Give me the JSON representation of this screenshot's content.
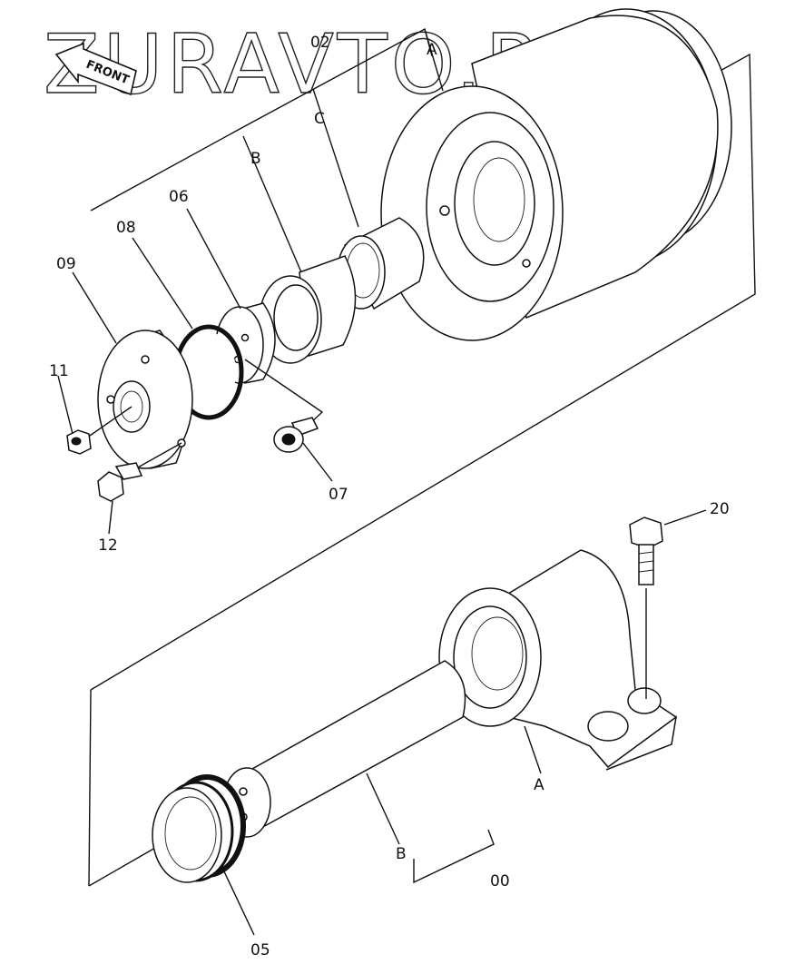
{
  "watermark": "ZURAVTO.RU",
  "direction_label": "FRONT",
  "callouts": {
    "p02": "02",
    "p00": "00",
    "p05": "05",
    "p06": "06",
    "p07": "07",
    "p08": "08",
    "p09": "09",
    "p11": "11",
    "p12": "12",
    "p20": "20",
    "a_top": "A",
    "b_top": "B",
    "c_top": "C",
    "a_bottom": "A",
    "b_bottom": "B"
  }
}
